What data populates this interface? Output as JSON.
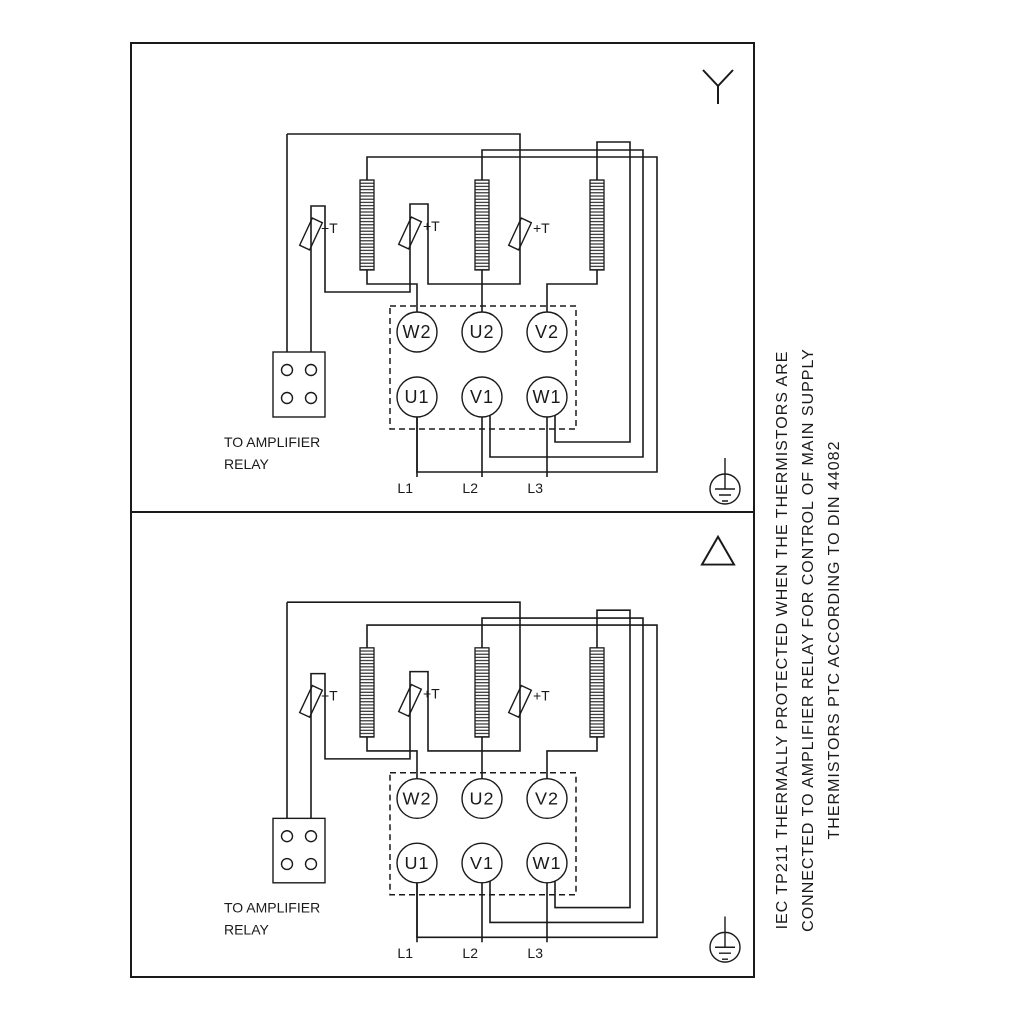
{
  "side_note": {
    "line1": "IEC TP211 THERMALLY PROTECTED WHEN THE THERMISTORS ARE",
    "line2": "CONNECTED TO AMPLIFIER RELAY FOR CONTROL OF MAIN SUPPLY",
    "line3": "THERMISTORS PTC ACCORDING TO DIN 44082"
  },
  "panels": [
    {
      "name": "star-connection",
      "symbol": "star",
      "terminals": {
        "top": [
          "W2",
          "U2",
          "V2"
        ],
        "bottom": [
          "U1",
          "V1",
          "W1"
        ]
      },
      "thermistor_label": "+T",
      "relay_label": [
        "TO AMPLIFIER",
        "RELAY"
      ],
      "supply": [
        "L1",
        "L2",
        "L3"
      ]
    },
    {
      "name": "delta-connection",
      "symbol": "delta",
      "terminals": {
        "top": [
          "W2",
          "U2",
          "V2"
        ],
        "bottom": [
          "U1",
          "V1",
          "W1"
        ]
      },
      "thermistor_label": "+T",
      "relay_label": [
        "TO AMPLIFIER",
        "RELAY"
      ],
      "supply": [
        "L1",
        "L2",
        "L3"
      ]
    }
  ],
  "colors": {
    "ink": "#1a1a1a",
    "background": "#ffffff"
  }
}
